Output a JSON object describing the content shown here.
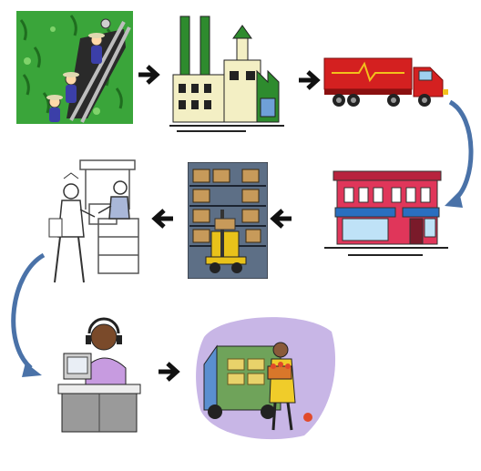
{
  "diagram": {
    "nodes": [
      {
        "id": "harvest",
        "icon": "farm-workers-icon"
      },
      {
        "id": "factory",
        "icon": "factory-icon"
      },
      {
        "id": "truck",
        "icon": "semi-truck-icon"
      },
      {
        "id": "store",
        "icon": "storefront-icon"
      },
      {
        "id": "warehouse",
        "icon": "warehouse-forklift-icon"
      },
      {
        "id": "office",
        "icon": "office-workers-icon"
      },
      {
        "id": "call_center",
        "icon": "call-center-agent-icon"
      },
      {
        "id": "delivery",
        "icon": "delivery-van-icon"
      }
    ],
    "flow": [
      "harvest",
      "factory",
      "truck",
      "store",
      "warehouse",
      "office",
      "call_center",
      "delivery"
    ],
    "colors": {
      "arrow": "#111111",
      "curve_arrow": "#4a72a8",
      "field_green": "#3aa53a",
      "factory_cream": "#f3efc4",
      "factory_green": "#2e8b2e",
      "truck_red": "#d42020",
      "store_pink": "#e0365a",
      "forklift_yellow": "#e8c21a",
      "van_purple": "#c8b6e6"
    }
  }
}
